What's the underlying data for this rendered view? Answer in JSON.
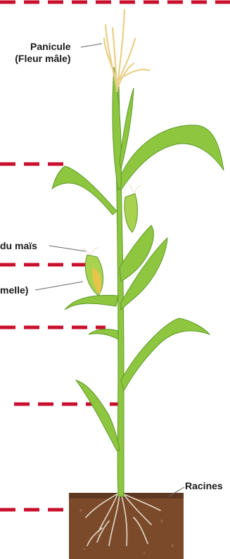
{
  "labels": {
    "panicule_line1": "Panicule",
    "panicule_line2": "(Fleur mâle)",
    "soies": "du maïs",
    "epi": "melle)",
    "racines": "Racines"
  },
  "colors": {
    "dash": "#c8102e",
    "leaf": "#8fc63f",
    "leaf_dark": "#5c9a2a",
    "tassel": "#f2dca0",
    "soil": "#7a4a2b",
    "root": "#e6dcc8"
  }
}
